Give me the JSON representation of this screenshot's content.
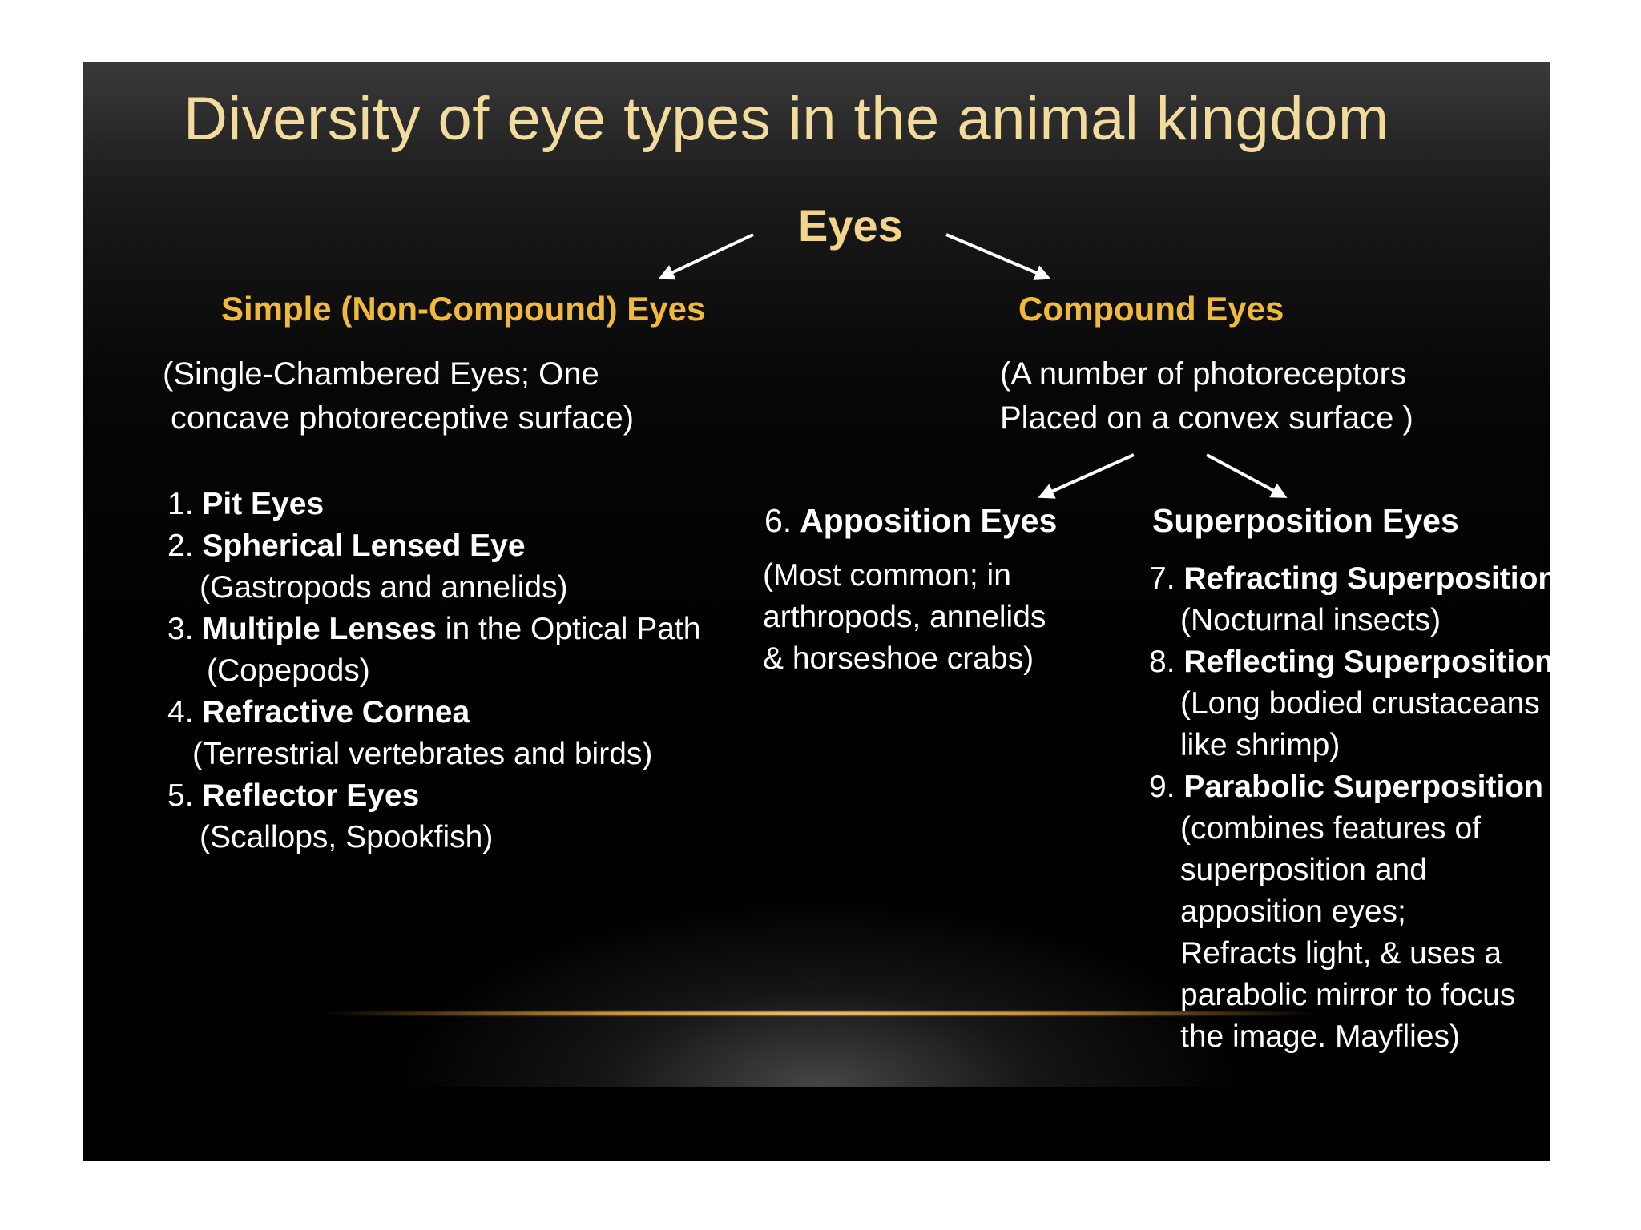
{
  "title": "Diversity of eye types in the animal kingdom",
  "root": "Eyes",
  "simple": {
    "heading": "Simple (Non-Compound) Eyes",
    "desc_line1": "(Single-Chambered Eyes;  One",
    "desc_line2": "concave photoreceptive surface)",
    "items": [
      {
        "num": "1.",
        "name": "Pit Eyes",
        "rest": "",
        "note": ""
      },
      {
        "num": "2.",
        "name": "Spherical Lensed Eye",
        "rest": "",
        "note": "(Gastropods and annelids)"
      },
      {
        "num": "3.",
        "name": "Multiple Lenses",
        "rest": " in the Optical Path",
        "note": "(Copepods)"
      },
      {
        "num": "4.",
        "name": "Refractive Cornea",
        "rest": "",
        "note": "(Terrestrial vertebrates and birds)"
      },
      {
        "num": "5.",
        "name": "Reflector Eyes",
        "rest": "",
        "note": "(Scallops, Spookfish)"
      }
    ]
  },
  "compound": {
    "heading": "Compound Eyes",
    "desc_line1": "(A number of photoreceptors",
    "desc_line2": "Placed on a convex surface )",
    "apposition": {
      "num": "6.",
      "heading": "Apposition Eyes",
      "desc_line1": "(Most common; in",
      "desc_line2": "arthropods,   annelids",
      "desc_line3": "& horseshoe crabs)"
    },
    "superposition": {
      "heading": "Superposition Eyes",
      "items": [
        {
          "num": "7.",
          "name": "Refracting Superposition",
          "notes": [
            "(Nocturnal insects)"
          ]
        },
        {
          "num": "8.",
          "name": "Reflecting Superposition",
          "notes": [
            "(Long bodied crustaceans",
            " like shrimp)"
          ]
        },
        {
          "num": "9.",
          "name": "Parabolic Superposition",
          "notes": [
            "(combines features of",
            " superposition and",
            "apposition eyes;",
            "Refracts light, & uses a",
            "parabolic mirror to focus",
            "the image. Mayflies)"
          ]
        }
      ]
    }
  },
  "colors": {
    "title": "#f1dc9e",
    "heading": "#f0b93a",
    "text": "#ffffff"
  }
}
